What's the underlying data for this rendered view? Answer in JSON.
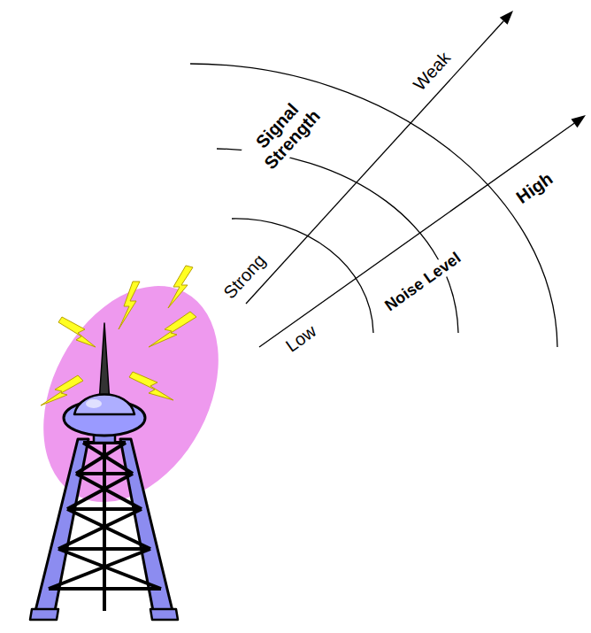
{
  "diagram": {
    "labels": [
      "Weak",
      "Signal Strength",
      "High",
      "Strong",
      "Noise Level",
      "Low"
    ]
  }
}
